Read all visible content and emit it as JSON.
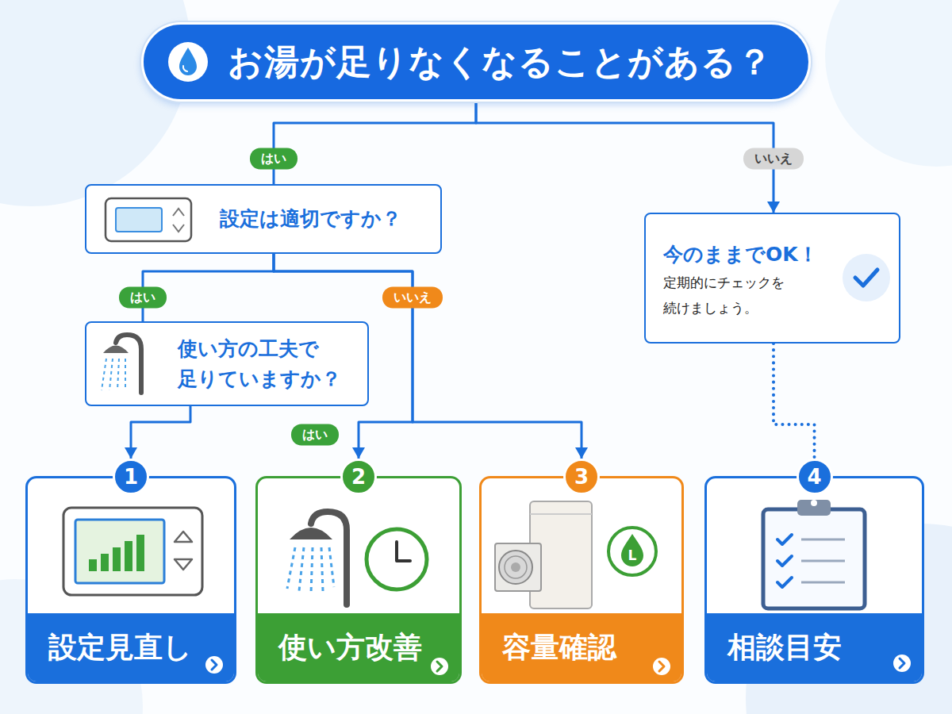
{
  "diagram": {
    "nodes": [
      {
        "text": [
          "お湯が足りなくなることがある？"
        ]
      },
      {
        "text": [
          "設定は適切ですか？"
        ]
      },
      {
        "text": [
          "今のままでOK！",
          "定期的にチェックを 続けましょう。"
        ]
      },
      {
        "text": [
          "使い方の工夫で 足りていますか？"
        ]
      },
      {
        "text": [
          "1",
          "設定見直し"
        ]
      },
      {
        "text": [
          "2",
          "使い方改善"
        ]
      },
      {
        "text": [
          "3",
          "容量確認"
        ]
      },
      {
        "text": [
          "4",
          "相談目安"
        ]
      }
    ],
    "edges": [
      {
        "from": 0,
        "to": 1,
        "label": "はい",
        "arrow": "none"
      },
      {
        "from": 0,
        "to": 2,
        "label": "いいえ",
        "arrow": "to"
      },
      {
        "from": 1,
        "to": 3,
        "label": "はい",
        "arrow": "none"
      },
      {
        "from": 1,
        "to": 6,
        "label": "いいえ",
        "arrow": "to"
      },
      {
        "from": 1,
        "to": 5,
        "label": "はい",
        "arrow": "to"
      },
      {
        "from": 3,
        "to": 4,
        "arrow": "to"
      },
      {
        "from": 2,
        "to": 7,
        "arrow": "none"
      }
    ],
    "labels": [
      "L"
    ]
  }
}
